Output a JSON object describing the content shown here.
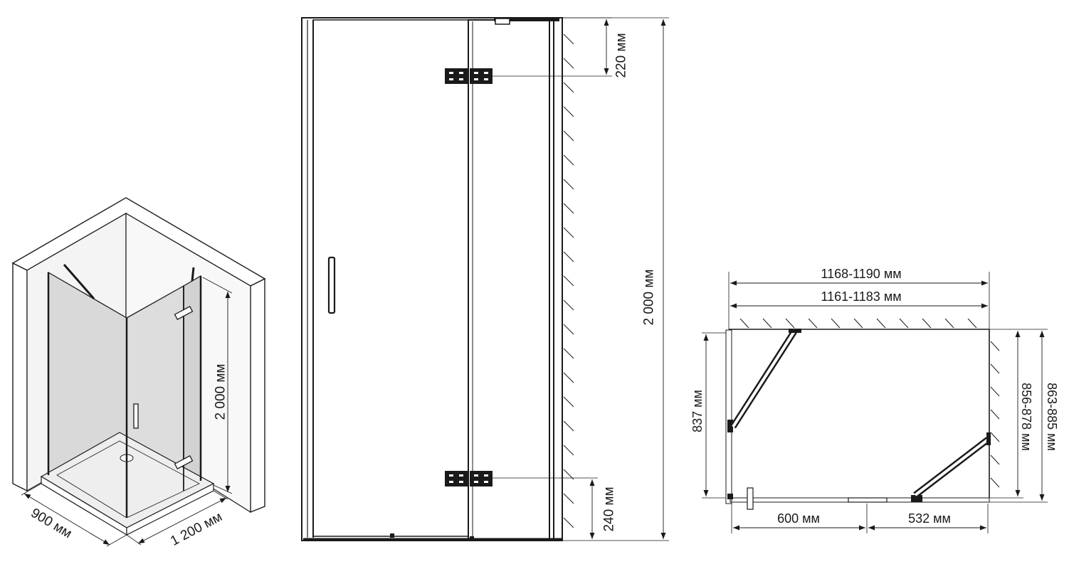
{
  "drawing": {
    "iso_view": {
      "height_label": "2 000 мм",
      "width_label": "900 мм",
      "depth_label": "1 200 мм"
    },
    "front_view": {
      "top_hinge_offset": "220 мм",
      "bottom_hinge_offset": "240 мм",
      "total_height": "2 000 мм"
    },
    "plan_view": {
      "outer_width": "1168-1190 мм",
      "inner_width": "1161-1183 мм",
      "left_depth": "837 мм",
      "right_inner_depth": "856-878 мм",
      "right_outer_depth": "863-885 мм",
      "bottom_left_segment": "600 мм",
      "bottom_right_segment": "532 мм"
    },
    "colors": {
      "line": "#1a1a1a",
      "glass": "#d9d9d9",
      "wall": "#ffffff",
      "tray": "#eeeeee"
    }
  }
}
